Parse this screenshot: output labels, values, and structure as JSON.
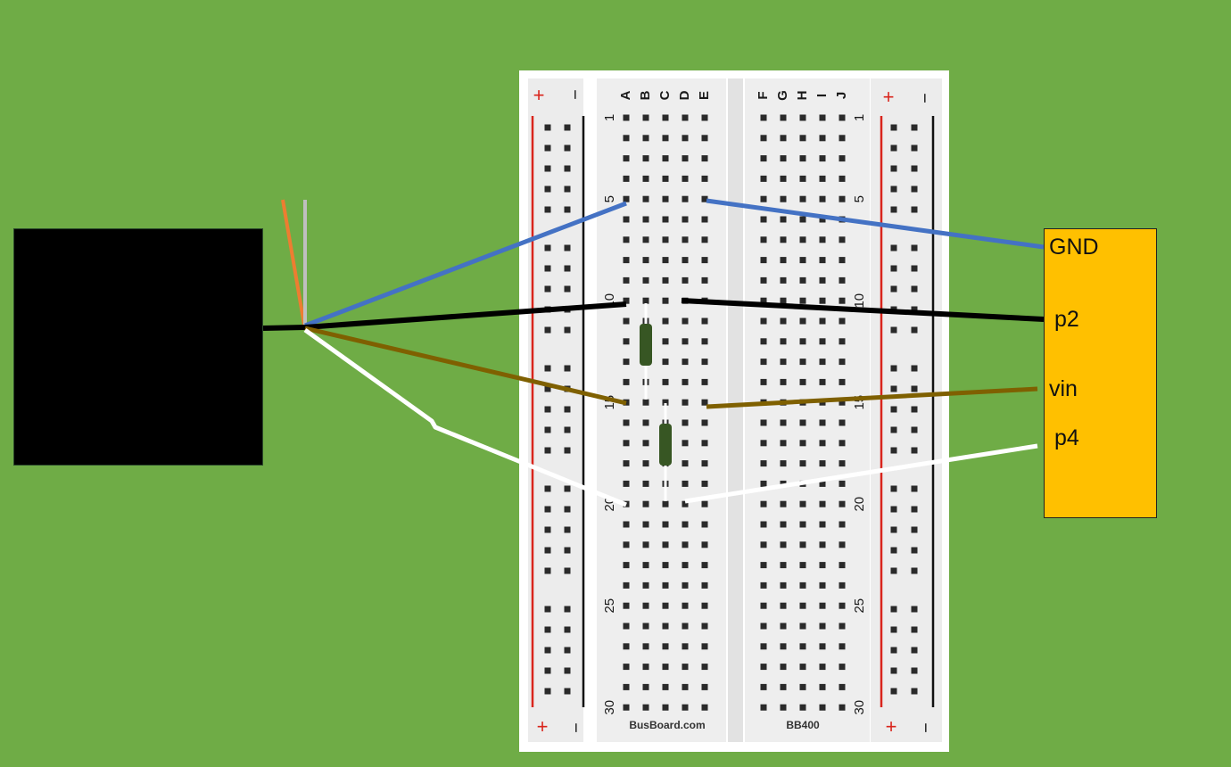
{
  "breadboard": {
    "column_letters_left": [
      "A",
      "B",
      "C",
      "D",
      "E"
    ],
    "column_letters_right": [
      "F",
      "G",
      "H",
      "I",
      "J"
    ],
    "row_numbers": [
      "1",
      "5",
      "10",
      "15",
      "20",
      "25",
      "30"
    ],
    "plus_symbol": "+",
    "minus_symbol": "−",
    "brand_label": "BusBoard.com",
    "model_label": "BB400"
  },
  "controller": {
    "pins": [
      "GND",
      "p2",
      "vin",
      "p4"
    ]
  },
  "wires": [
    {
      "name": "ground-wire",
      "color": "#4472c4",
      "connects": [
        "sensor",
        "row 5",
        "GND"
      ]
    },
    {
      "name": "signal-wire",
      "color": "#000000",
      "connects": [
        "sensor",
        "row 10",
        "p2"
      ]
    },
    {
      "name": "power-wire",
      "color": "#7f6000",
      "connects": [
        "sensor",
        "row 15",
        "vin"
      ]
    },
    {
      "name": "data-wire",
      "color": "#ffffff",
      "connects": [
        "sensor",
        "row 20",
        "p4"
      ]
    }
  ],
  "colors": {
    "background": "#6fac46",
    "sensor": "#000000",
    "controller": "#ffc000",
    "resistor": "#375623",
    "rail_red": "#d9251c",
    "rail_black": "#111111"
  }
}
